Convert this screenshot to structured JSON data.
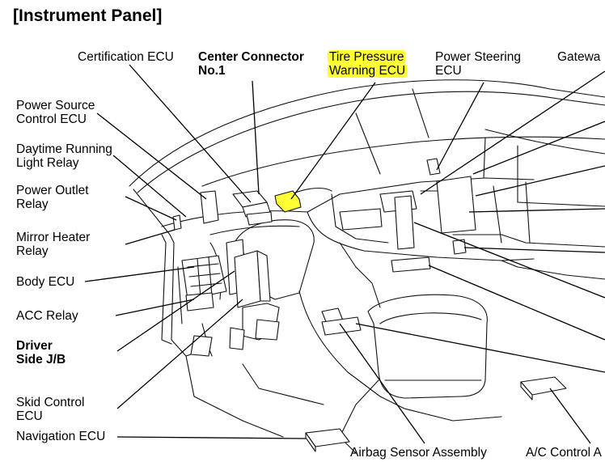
{
  "title": "[Instrument Panel]",
  "labels": {
    "certification_ecu": "Certification ECU",
    "center_connector_1": "Center Connector",
    "center_connector_2": "No.1",
    "tire_pressure_1": "Tire Pressure",
    "tire_pressure_2": "Warning ECU",
    "power_steering_1": "Power Steering",
    "power_steering_2": "ECU",
    "gateway": "Gatewa",
    "power_source_1": "Power Source",
    "power_source_2": "Control ECU",
    "daytime_running_1": "Daytime Running",
    "daytime_running_2": "Light Relay",
    "power_outlet_1": "Power Outlet",
    "power_outlet_2": "Relay",
    "mirror_heater_1": "Mirror Heater",
    "mirror_heater_2": "Relay",
    "body_ecu": "Body ECU",
    "acc_relay": "ACC Relay",
    "driver_side_1": "Driver",
    "driver_side_2": "Side J/B",
    "skid_control_1": "Skid Control",
    "skid_control_2": "ECU",
    "navigation_ecu": "Navigation ECU",
    "airbag_sensor": "Airbag Sensor Assembly",
    "ac_control": "A/C Control A"
  },
  "colors": {
    "highlight": "#ffff33",
    "highlight_part": "#ffff33",
    "line": "#000000"
  }
}
